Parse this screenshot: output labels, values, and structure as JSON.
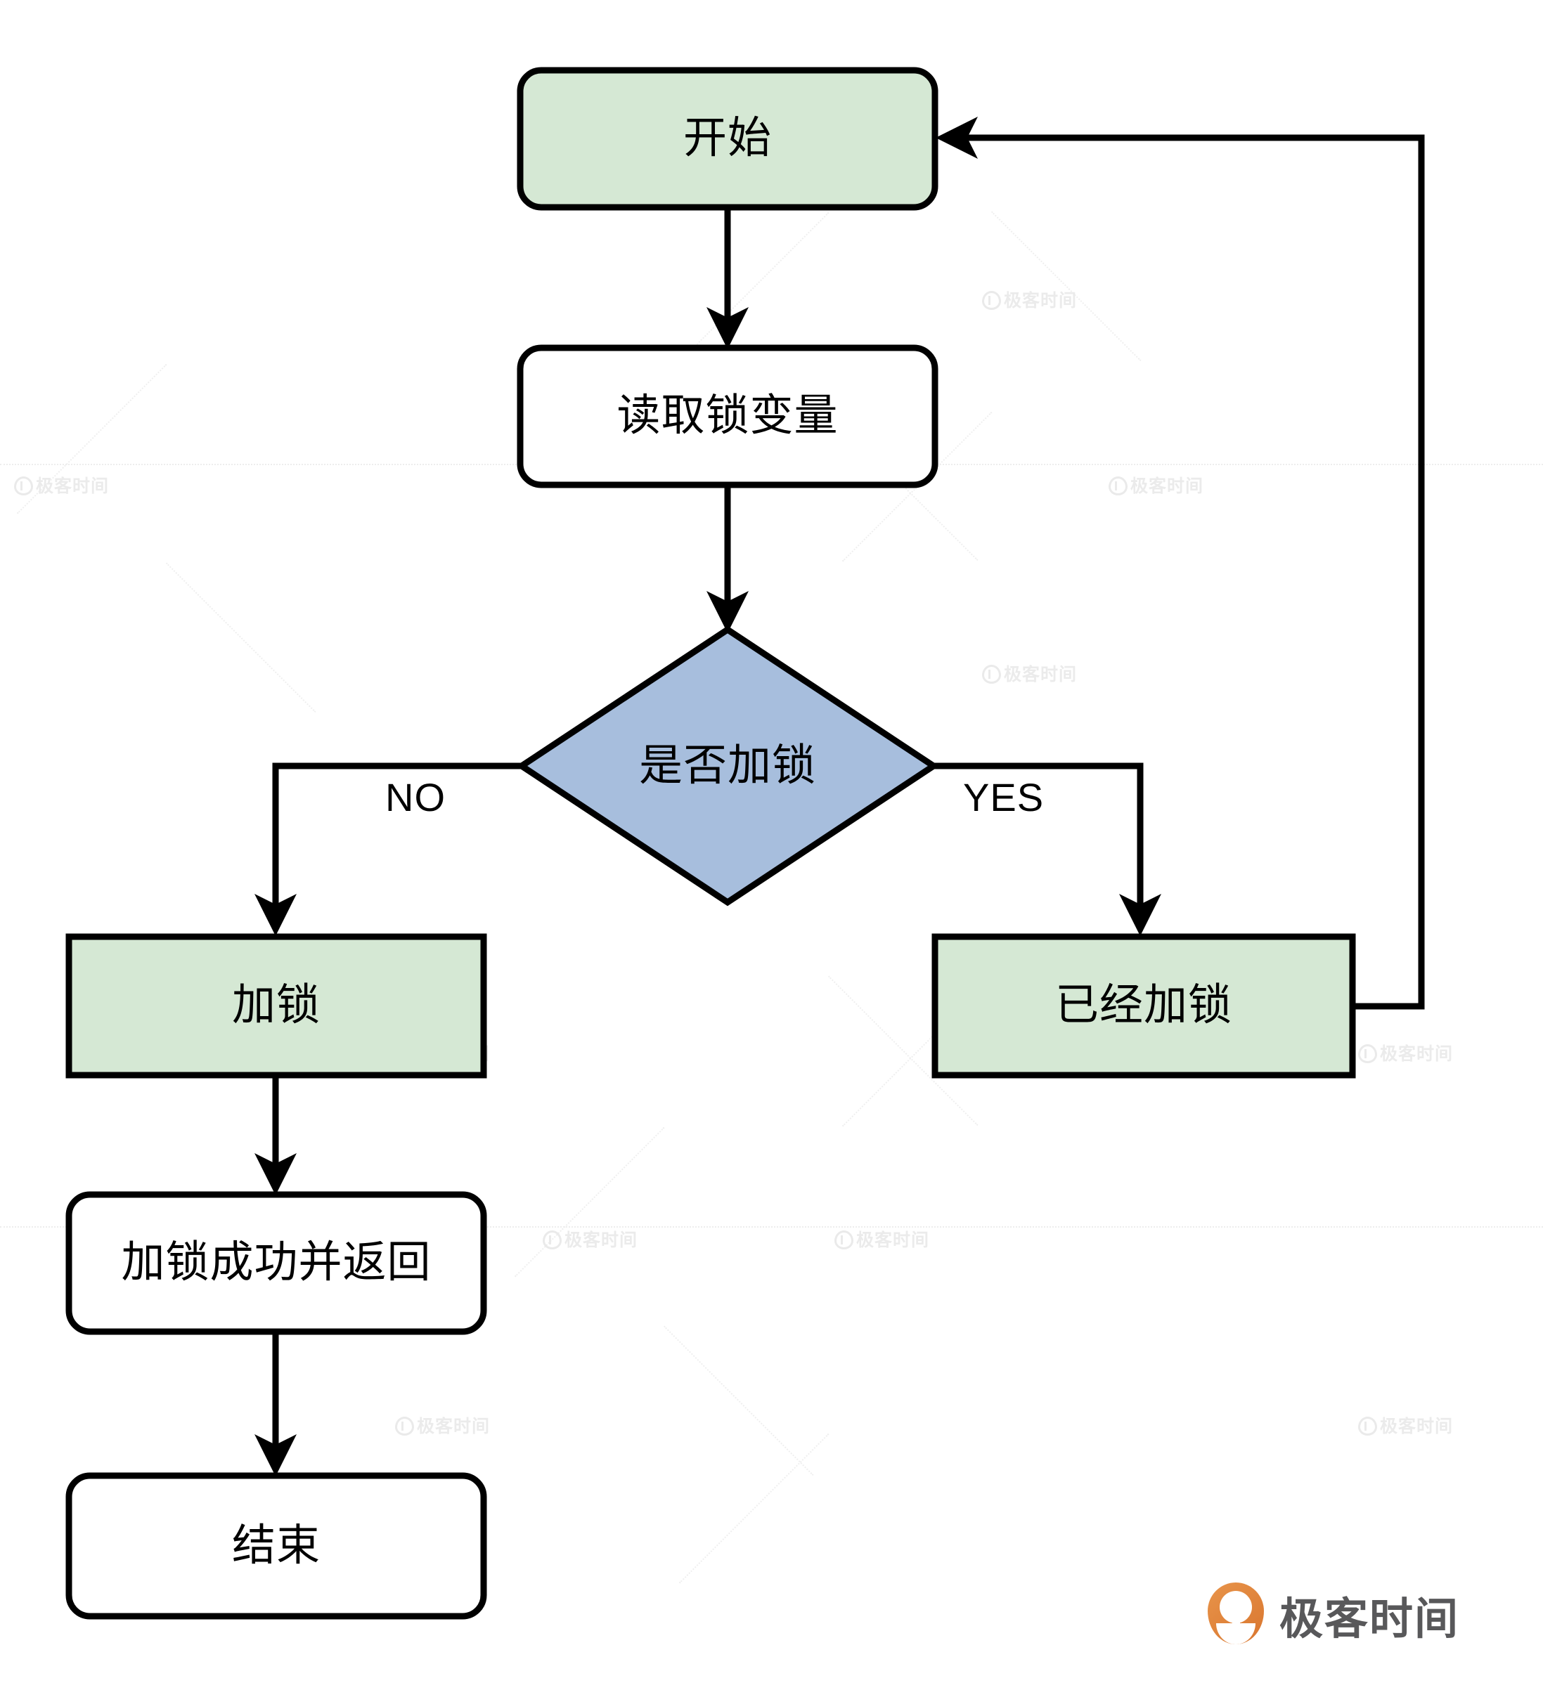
{
  "diagram": {
    "type": "flowchart",
    "title_text": "",
    "colors": {
      "node_green_fill": "#d5e8d4",
      "node_blue_fill": "#a7bedd",
      "node_white_fill": "#ffffff",
      "stroke": "#000000",
      "brand_orange": "#dd7f37",
      "brand_gray": "#58585a",
      "watermark_gray": "#ebebeb"
    },
    "nodes": [
      {
        "id": "start",
        "label": "开始",
        "shape": "rounded-rect",
        "fill": "green"
      },
      {
        "id": "read",
        "label": "读取锁变量",
        "shape": "rounded-rect",
        "fill": "white"
      },
      {
        "id": "decision",
        "label": "是否加锁",
        "shape": "diamond",
        "fill": "blue"
      },
      {
        "id": "lock",
        "label": "加锁",
        "shape": "rect",
        "fill": "green"
      },
      {
        "id": "already",
        "label": "已经加锁",
        "shape": "rect",
        "fill": "green"
      },
      {
        "id": "success",
        "label": "加锁成功并返回",
        "shape": "rounded-rect",
        "fill": "white"
      },
      {
        "id": "end",
        "label": "结束",
        "shape": "rounded-rect",
        "fill": "white"
      }
    ],
    "edges": [
      {
        "from": "start",
        "to": "read",
        "label": ""
      },
      {
        "from": "read",
        "to": "decision",
        "label": ""
      },
      {
        "from": "decision",
        "to": "lock",
        "label": "NO"
      },
      {
        "from": "decision",
        "to": "already",
        "label": "YES"
      },
      {
        "from": "lock",
        "to": "success",
        "label": ""
      },
      {
        "from": "success",
        "to": "end",
        "label": ""
      },
      {
        "from": "already",
        "to": "start",
        "label": ""
      }
    ]
  },
  "brand": {
    "logo_text": "极客时间",
    "logo_mark_name": "geektime-pin-logo"
  },
  "watermark": {
    "text": "极客时间"
  }
}
